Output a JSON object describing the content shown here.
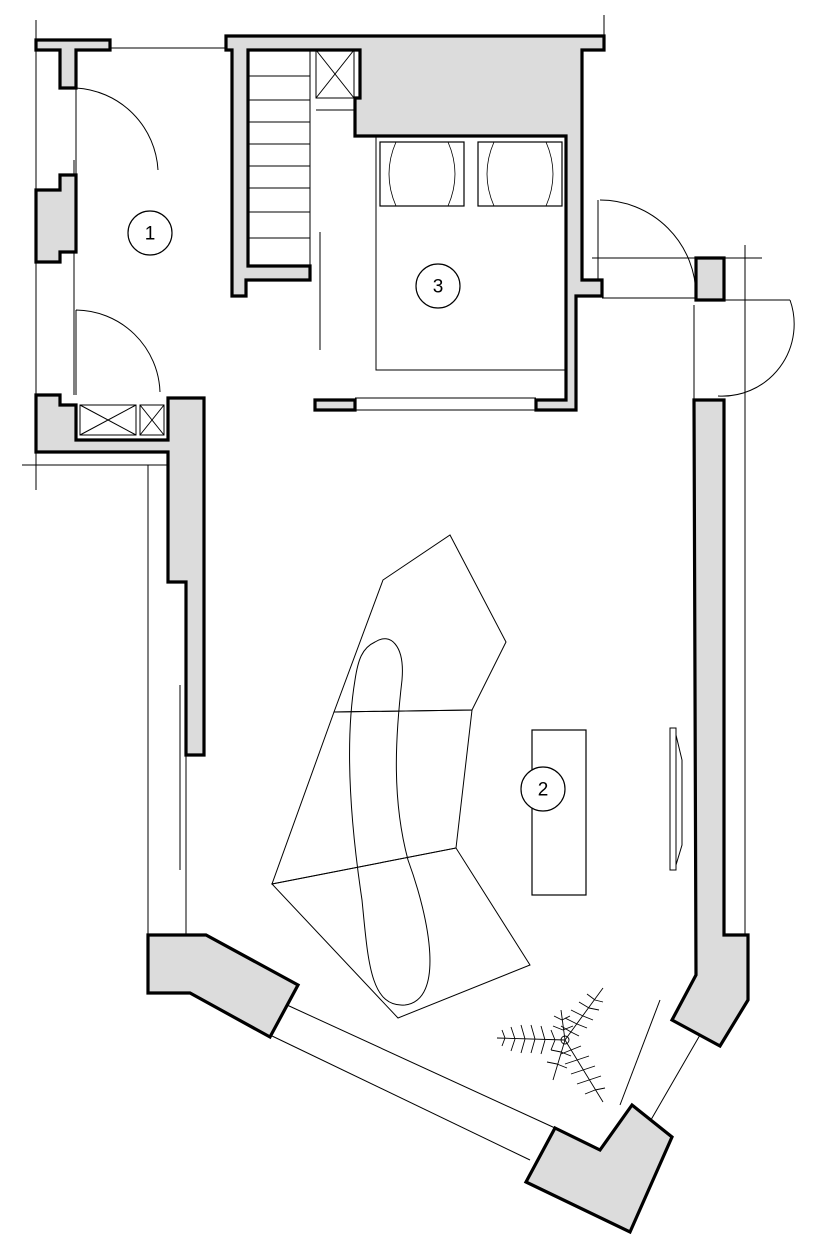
{
  "rooms": [
    {
      "label": "1"
    },
    {
      "label": "3"
    },
    {
      "label": "2"
    }
  ],
  "colors": {
    "wall_fill": "#dcdcdc",
    "line": "#000000",
    "background": "#ffffff"
  }
}
